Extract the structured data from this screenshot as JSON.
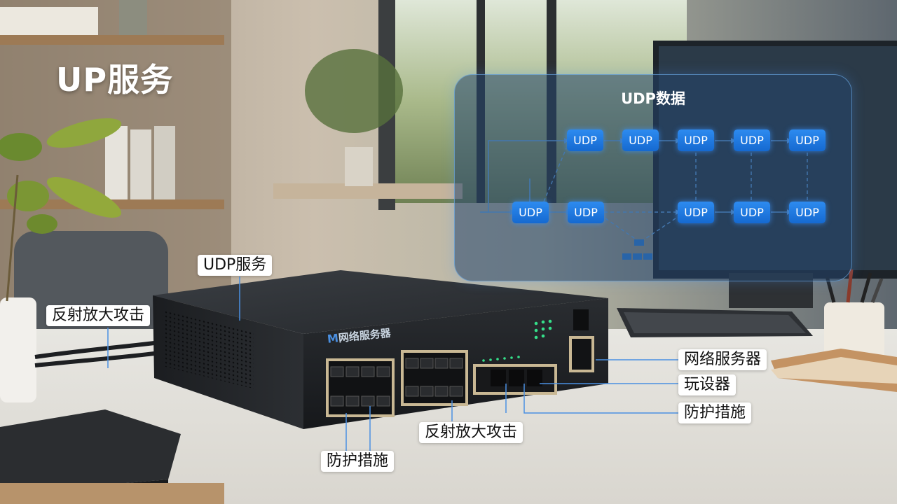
{
  "title": "UP服务",
  "diagram": {
    "title": "UDP数据",
    "nodes": [
      {
        "label": "UDP"
      },
      {
        "label": "UDP"
      },
      {
        "label": "UDP"
      },
      {
        "label": "UDP"
      },
      {
        "label": "UDP"
      },
      {
        "label": "UDP"
      },
      {
        "label": "UDP"
      },
      {
        "label": "UDP"
      },
      {
        "label": "UDP"
      },
      {
        "label": "UDP"
      }
    ]
  },
  "device": {
    "brand_label": "网络服务器"
  },
  "callouts": {
    "udp_service": "UDP服务",
    "reflection_attack_left": "反射放大攻击",
    "network_server": "网络服务器",
    "instrument": "玩设器",
    "protection_right": "防护措施",
    "reflection_attack_bottom": "反射放大攻击",
    "protection_bottom": "防护措施"
  },
  "colors": {
    "node_blue": "#1f7ae6",
    "panel_border": "#78beff",
    "device_body": "#232629"
  }
}
